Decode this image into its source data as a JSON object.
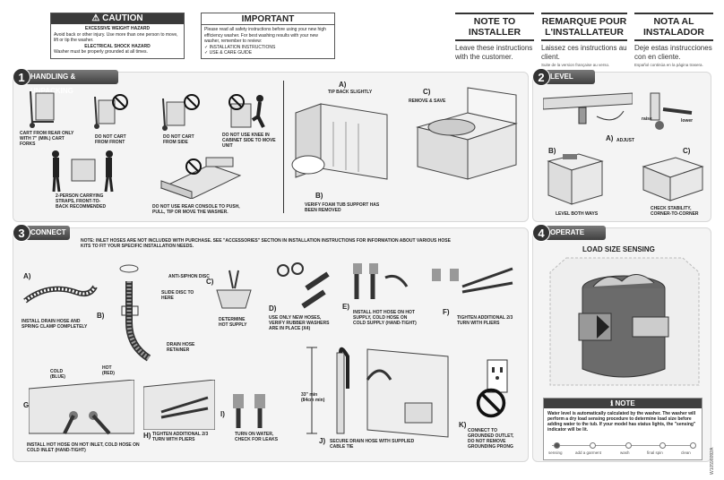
{
  "caution": {
    "title": "CAUTION",
    "heading1": "EXCESSIVE WEIGHT HAZARD",
    "text1": "Avoid back or other injury. Use more than one person to move, lift or tip the washer.",
    "heading2": "ELECTRICAL SHOCK HAZARD",
    "text2": "Washer must be properly grounded at all times."
  },
  "important": {
    "title": "IMPORTANT",
    "text": "Please read all safety instructions before using your new high efficiency washer. For best washing results with your new washer, remember to review:",
    "item1": "✓ INSTALLATION INSTRUCTIONS",
    "item2": "✓ USE & CARE GUIDE"
  },
  "notes": [
    {
      "title": "NOTE TO INSTALLER",
      "text": "Leave these instructions with the customer.",
      "small": ""
    },
    {
      "title": "REMARQUE POUR L'INSTALLATEUR",
      "text": "Laissez ces instructions au client.",
      "small": "Suite de la version française au verso."
    },
    {
      "title": "NOTA AL INSTALADOR",
      "text": "Deje estas instrucciones con en cliente.",
      "small": "Español continúa en la página trasera."
    }
  ],
  "sections": {
    "s1": {
      "num": "1",
      "title": "HANDLING & UNPACKING"
    },
    "s2": {
      "num": "2",
      "title": "LEVEL"
    },
    "s3": {
      "num": "3",
      "title": "CONNECT"
    },
    "s4": {
      "num": "4",
      "title": "OPERATE"
    }
  },
  "handling": {
    "cart_rear": "CART FROM REAR ONLY WITH 7\" (MIN.) CART FORKS",
    "no_front": "DO NOT CART FROM FRONT",
    "no_side": "DO NOT CART FROM SIDE",
    "no_knee": "DO NOT USE KNEE IN CABINET SIDE TO MOVE UNIT",
    "two_person": "2-PERSON CARRYING STRAPS, FRONT-TO-BACK RECOMMENDED",
    "no_console": "DO NOT USE REAR CONSOLE TO PUSH, PULL, TIP OR MOVE THE WASHER.",
    "a_step": "A)",
    "a_label": "TIP BACK SLIGHTLY",
    "b_step": "B)",
    "b_label": "VERIFY FOAM TUB SUPPORT HAS BEEN REMOVED",
    "c_step": "C)",
    "c_label": "REMOVE & SAVE"
  },
  "level": {
    "a_step": "A)",
    "a_label": "ADJUST",
    "raise": "raise",
    "lower": "lower",
    "b_step": "B)",
    "b_label": "LEVEL BOTH WAYS",
    "c_step": "C)",
    "c_label": "CHECK STABILITY, CORNER-TO-CORNER"
  },
  "connect": {
    "note": "NOTE: INLET HOSES ARE NOT INCLUDED WITH PURCHASE. SEE \"ACCESSORIES\" SECTION IN INSTALLATION INSTRUCTIONS FOR INFORMATION ABOUT VARIOUS HOSE KITS TO FIT YOUR SPECIFIC INSTALLATION NEEDS.",
    "a_step": "A)",
    "a_label": "INSTALL DRAIN HOSE AND SPRING CLAMP COMPLETELY",
    "b_step": "B)",
    "anti_siphon": "ANTI-SIPHON DISC",
    "slide_disc": "SLIDE DISC TO HERE",
    "drain_retainer": "DRAIN HOSE RETAINER",
    "c_step": "C)",
    "c_label": "DETERMINE HOT SUPPLY",
    "d_step": "D)",
    "d_label": "USE ONLY NEW HOSES, VERIFY RUBBER WASHERS ARE IN PLACE (x4)",
    "e_step": "E)",
    "e_label": "INSTALL HOT HOSE ON HOT SUPPLY, COLD HOSE ON COLD SUPPLY (HAND-TIGHT)",
    "f_step": "F)",
    "f_label": "TIGHTEN ADDITIONAL 2/3 TURN WITH PLIERS",
    "cold": "COLD (BLUE)",
    "hot": "HOT (RED)",
    "g_step": "G)",
    "g_label": "INSTALL HOT HOSE ON HOT INLET, COLD HOSE ON COLD INLET (HAND-TIGHT)",
    "h_step": "H)",
    "h_label": "TIGHTEN ADDITIONAL 2/3 TURN WITH PLIERS",
    "i_step": "I)",
    "i_label": "TURN ON WATER, CHECK FOR LEAKS",
    "height": "33\" min (84cm min)",
    "j_step": "J)",
    "j_label": "SECURE DRAIN HOSE WITH SUPPLIED CABLE TIE",
    "k_step": "K)",
    "k_label": "CONNECT TO GROUNDED OUTLET, DO NOT REMOVE GROUNDING PRONG"
  },
  "operate": {
    "load_title": "LOAD SIZE SENSING",
    "note_title": "NOTE",
    "note_text": "Water level is automatically calculated by the washer. The washer will perform a dry load sensing procedure to determine load size before adding water to the tub. If your model has status lights, the \"sensing\" indicator will be lit.",
    "status": [
      "sensing",
      "add a garment",
      "wash",
      "final spin",
      "clean"
    ]
  },
  "doc_code": "W10596092A"
}
